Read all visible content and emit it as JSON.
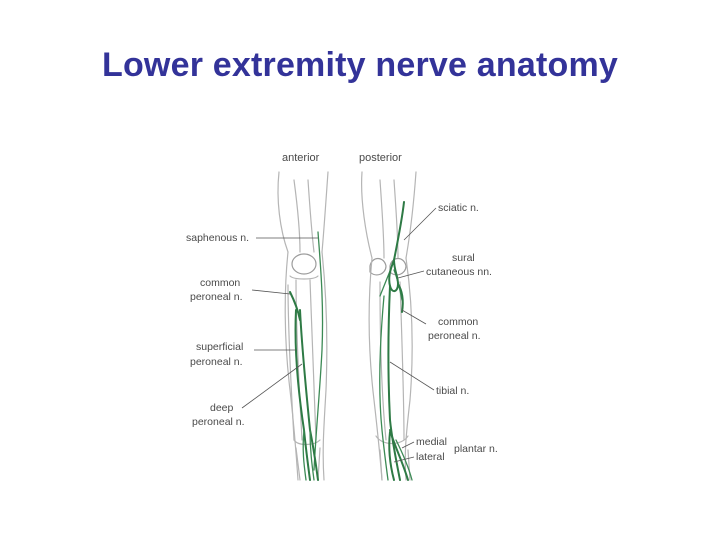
{
  "slide": {
    "title": "Lower extremity nerve anatomy"
  },
  "diagram": {
    "view_labels": {
      "anterior": "anterior",
      "posterior": "posterior"
    },
    "left_labels": {
      "saphenous": "saphenous n.",
      "common_peroneal_1": "common",
      "common_peroneal_2": "peroneal n.",
      "superficial_peroneal_1": "superficial",
      "superficial_peroneal_2": "peroneal n.",
      "deep_peroneal_1": "deep",
      "deep_peroneal_2": "peroneal n."
    },
    "right_labels": {
      "sciatic": "sciatic n.",
      "sural_1": "sural",
      "sural_2": "cutaneous nn.",
      "common_peroneal_1": "common",
      "common_peroneal_2": "peroneal n.",
      "tibial": "tibial n.",
      "medial": "medial",
      "lateral": "lateral",
      "plantar": "plantar n."
    },
    "colors": {
      "title": "#333399",
      "nerve": "#2e7a45",
      "outline": "#b5b5b5",
      "label": "#4a4a4a"
    }
  }
}
